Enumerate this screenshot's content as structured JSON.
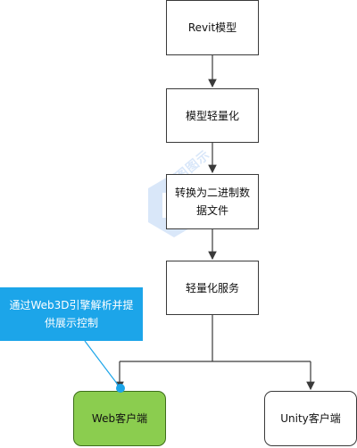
{
  "nodes": {
    "revit": "Revit模型",
    "light": "模型轻量化",
    "convert": "转换为二进制数据文件",
    "service": "轻量化服务",
    "web": "Web客户端",
    "unity": "Unity客户端"
  },
  "callout": "通过Web3D引擎解析并提供展示控制",
  "watermark": "亿图图示",
  "colors": {
    "web_fill": "#8bcd4f",
    "callout_fill": "#1ca5e9",
    "stroke": "#3a3a3a"
  }
}
